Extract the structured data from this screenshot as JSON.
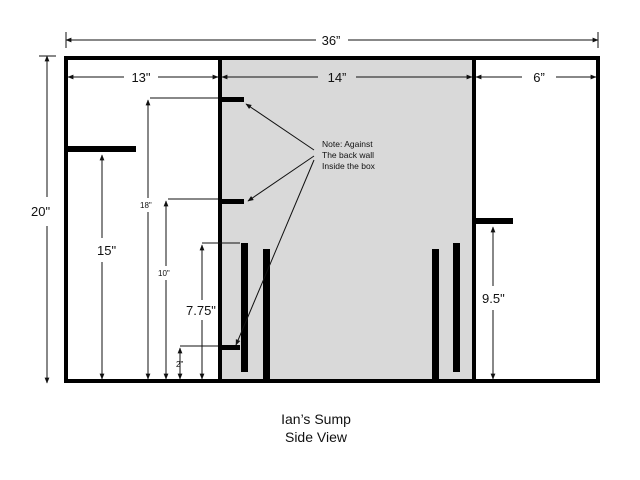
{
  "dimensions": {
    "total_width": "36”",
    "height": "20\"",
    "left_chamber": "13\"",
    "middle_chamber": "14”",
    "right_chamber": "6”",
    "left_shelf": "15\"",
    "baffle_top": "18\"",
    "baffle_mid": "10\"",
    "baffle_low": "7.75\"",
    "baffle_bottom": "2\"",
    "right_shelf": "9.5\""
  },
  "note": {
    "line1": "Note: Against",
    "line2": "The back wall",
    "line3": "Inside the box"
  },
  "caption": {
    "title": "Ian’s Sump",
    "subtitle": "Side View"
  },
  "colors": {
    "outline": "#000000",
    "middle_fill": "#d9d9d9"
  }
}
